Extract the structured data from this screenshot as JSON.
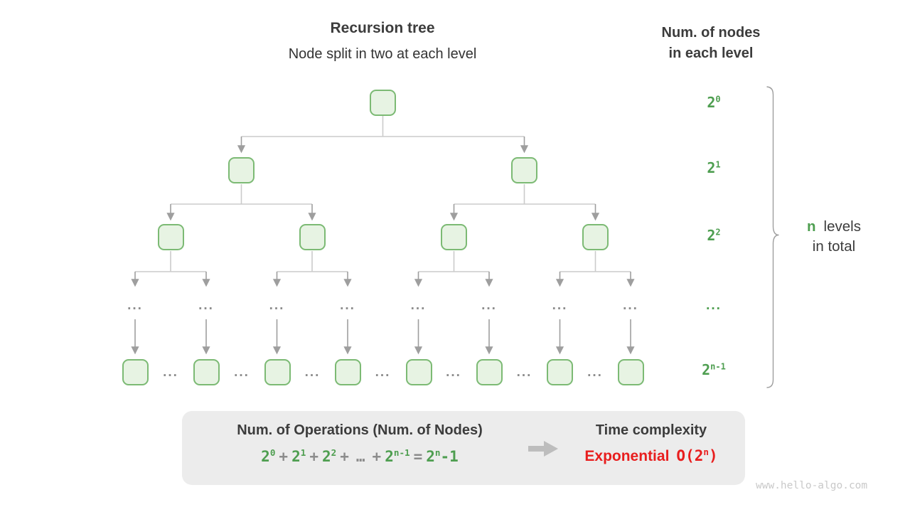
{
  "header": {
    "title": "Recursion tree",
    "subtitle": "Node split in two at each level",
    "right_title_line1": "Num. of nodes",
    "right_title_line2": "in each level"
  },
  "tree": {
    "ellipsis": "..."
  },
  "level_labels": {
    "l0": {
      "base": "2",
      "sup": "0"
    },
    "l1": {
      "base": "2",
      "sup": "1"
    },
    "l2": {
      "base": "2",
      "sup": "2"
    },
    "l3_dots": "...",
    "l4": {
      "base": "2",
      "sup": "n-1"
    }
  },
  "brace_label": {
    "n": "n",
    "levels": "levels",
    "line2": "in total"
  },
  "summary": {
    "operations_title": "Num. of Operations (Num. of Nodes)",
    "formula": {
      "t0": {
        "base": "2",
        "sup": "0"
      },
      "t1": {
        "base": "2",
        "sup": "1"
      },
      "t2": {
        "base": "2",
        "sup": "2"
      },
      "t3": {
        "base": "2",
        "sup": "n-1"
      },
      "plus": "+",
      "dots": "…",
      "equals": "=",
      "result": {
        "base": "2",
        "sup": "n",
        "tail": "-1"
      }
    },
    "time_title": "Time complexity",
    "complexity_name": "Exponential",
    "complexity_o": {
      "pre": "O(2",
      "sup": "n",
      "post": ")"
    }
  },
  "watermark": "www.hello-algo.com",
  "colors": {
    "green_text": "#4e9e50",
    "node_border": "#7cba74",
    "node_fill": "#e7f3e3",
    "red": "#e81e1e",
    "dark_text": "#3c3c3c",
    "gray_operator": "#8c8c8c",
    "connector_light": "#cbcbcb",
    "connector_arrow": "#9e9e9e",
    "summary_box_bg": "#ececec"
  }
}
